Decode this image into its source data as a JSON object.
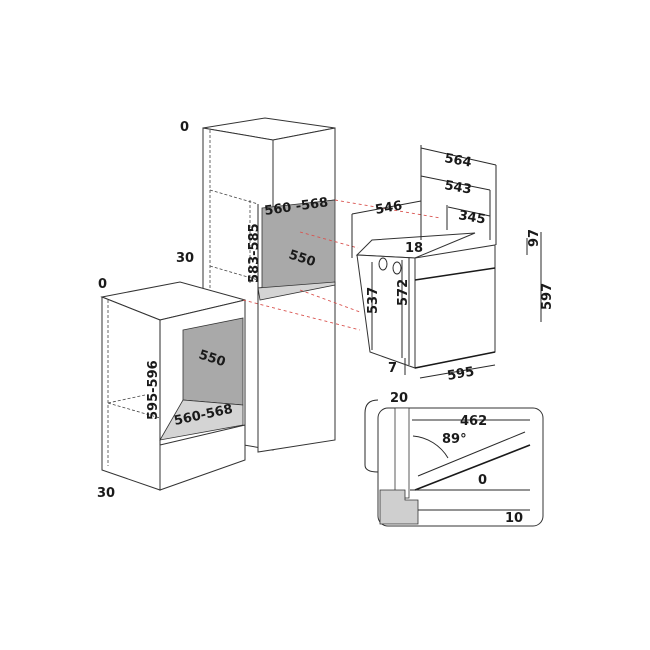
{
  "diagram": {
    "type": "oven built-in installation dimensions (mm)",
    "tall_cabinet": {
      "top_gap": "0",
      "side_offset": "30",
      "niche_height": "583-585",
      "niche_width": "560 -568",
      "niche_depth": "550"
    },
    "base_cabinet": {
      "top_gap": "0",
      "bottom_offset": "30",
      "niche_height": "595-596",
      "niche_width": "560-568",
      "niche_depth": "550"
    },
    "oven": {
      "total_depth": "564",
      "depth_to_front": "543",
      "body_depth": "546",
      "top_depth": "345",
      "top_step": "18",
      "control_height": "97",
      "total_height": "597",
      "body_height": "537",
      "inner_height": "572",
      "bottom_step": "7",
      "front_width": "595",
      "front_protrusion": "20"
    },
    "door_detail": {
      "door_length": "462",
      "opening_angle": "89°",
      "gap_top": "0",
      "gap_bottom": "10"
    },
    "colors": {
      "line": "#2a2a2a",
      "guide": "#d9534f",
      "niche_back": "#a9a9a9",
      "niche_floor": "#d4d4d4"
    }
  }
}
